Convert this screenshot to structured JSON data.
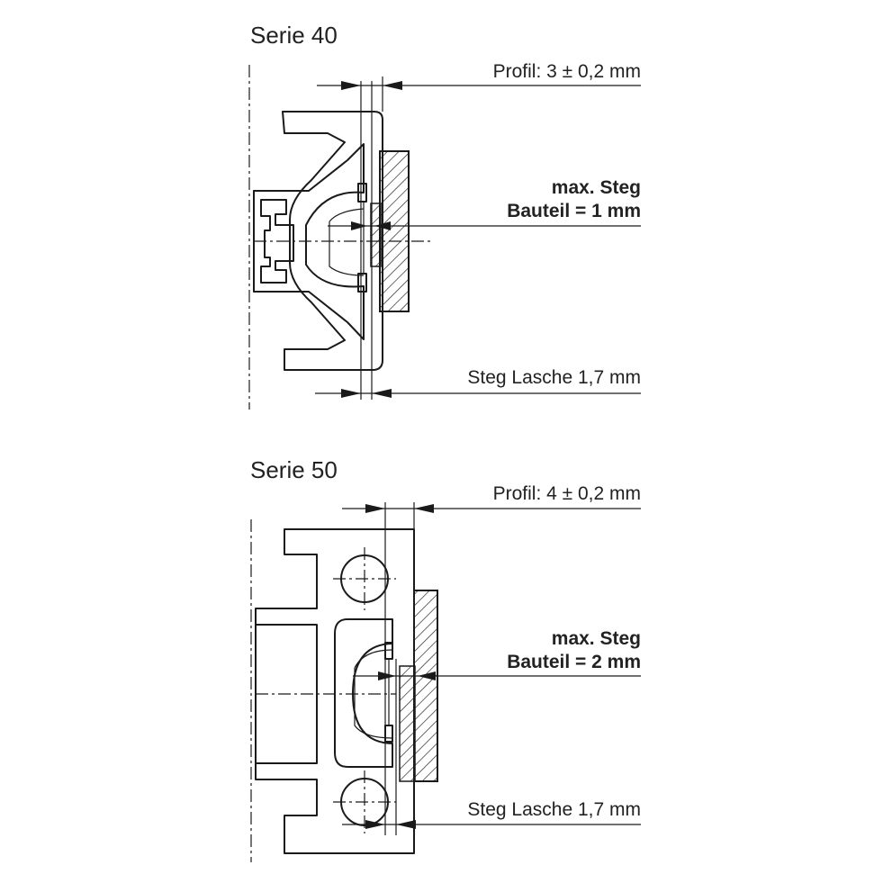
{
  "sections": [
    {
      "title": "Serie 40",
      "profil_label": "Profil: 3 ± 0,2 mm",
      "steg_line1": "max. Steg",
      "steg_line2": "Bauteil = 1 mm",
      "lasche_label": "Steg Lasche 1,7 mm"
    },
    {
      "title": "Serie 50",
      "profil_label": "Profil: 4 ± 0,2 mm",
      "steg_line1": "max. Steg",
      "steg_line2": "Bauteil = 2 mm",
      "lasche_label": "Steg Lasche 1,7 mm"
    }
  ],
  "colors": {
    "line": "#1a1a1a",
    "text": "#222222",
    "background": "#ffffff"
  }
}
